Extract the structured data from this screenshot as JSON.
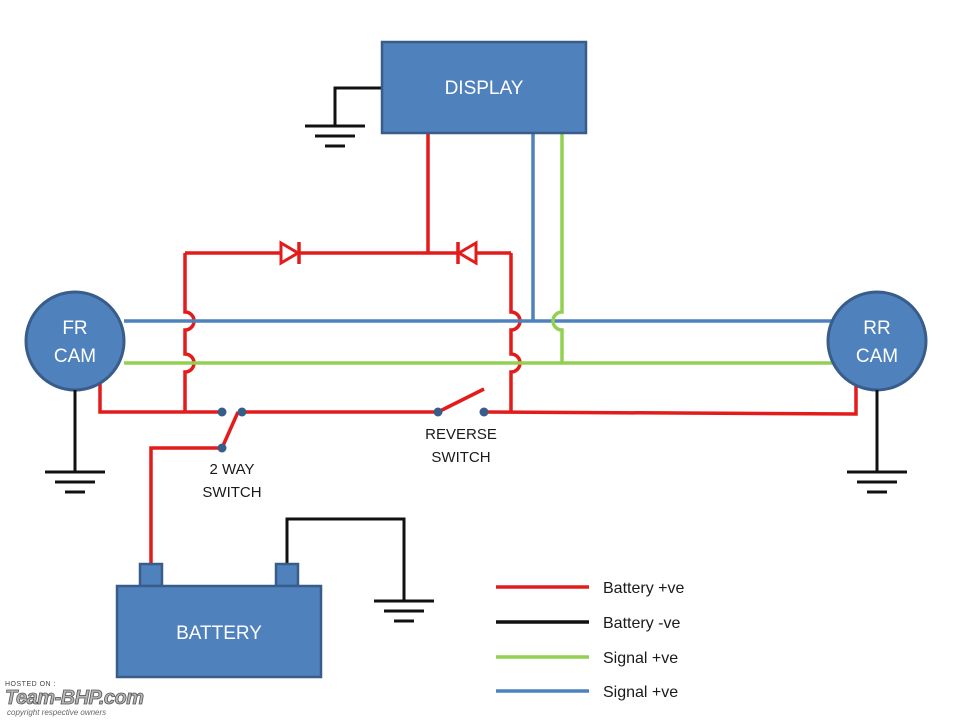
{
  "colors": {
    "battery_pos": "#e31b1b",
    "battery_neg": "#111111",
    "signal_green": "#92d050",
    "signal_blue": "#4f81bd",
    "box_fill": "#4f81bd",
    "box_stroke": "#385d8a"
  },
  "components": {
    "display": "DISPLAY",
    "fr_cam_line1": "FR",
    "fr_cam_line2": "CAM",
    "rr_cam_line1": "RR",
    "rr_cam_line2": "CAM",
    "battery": "BATTERY",
    "two_way_switch_line1": "2 WAY",
    "two_way_switch_line2": "SWITCH",
    "reverse_switch_line1": "REVERSE",
    "reverse_switch_line2": "SWITCH"
  },
  "legend": [
    {
      "label": "Battery +ve",
      "color": "#e31b1b"
    },
    {
      "label": "Battery -ve",
      "color": "#111111"
    },
    {
      "label": "Signal +ve",
      "color": "#92d050"
    },
    {
      "label": "Signal +ve",
      "color": "#4f81bd"
    }
  ],
  "watermark": {
    "hosted": "HOSTED ON :",
    "brand": "Team-BHP.com",
    "copyright": "copyright respective owners"
  }
}
